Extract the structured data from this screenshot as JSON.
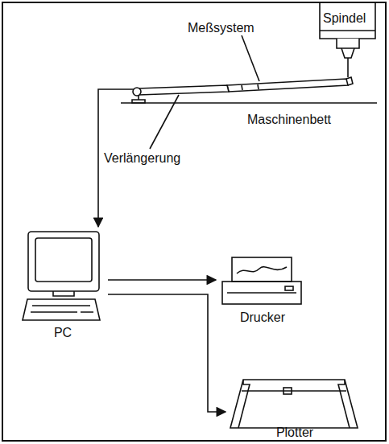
{
  "diagram": {
    "nodes": [
      {
        "text": [
          "PC"
        ]
      },
      {
        "text": [
          "Drucker"
        ]
      },
      {
        "text": [
          "Plotter"
        ]
      }
    ],
    "edges": [
      {
        "from": 0,
        "to": 1,
        "arrow": "to"
      },
      {
        "from": 0,
        "to": 2,
        "arrow": "to"
      }
    ],
    "labels": [
      "Spindel",
      "Meßsystem",
      "Maschinenbett",
      "Verlängerung"
    ]
  }
}
